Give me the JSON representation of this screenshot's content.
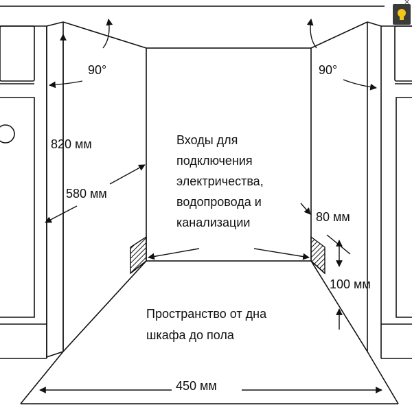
{
  "labels": {
    "angle_left": "90°",
    "angle_right": "90°",
    "height_total": "820 мм",
    "height_min": "580 мм",
    "connections": [
      "Входы для",
      "подключения",
      "электричества,",
      "водопровода и",
      "канализации"
    ],
    "depth_plinth": "80 мм",
    "height_plinth": "100 мм",
    "space": [
      "Пространство от дна",
      "шкафа до пола"
    ],
    "width": "450 мм"
  },
  "icons": {
    "hint": "lightbulb-icon",
    "close": "close-icon"
  },
  "colors": {
    "line": "#111111",
    "hatch": "#111111",
    "hint_bg": "#3b3b3b",
    "hint_bulb": "#f5c518"
  }
}
